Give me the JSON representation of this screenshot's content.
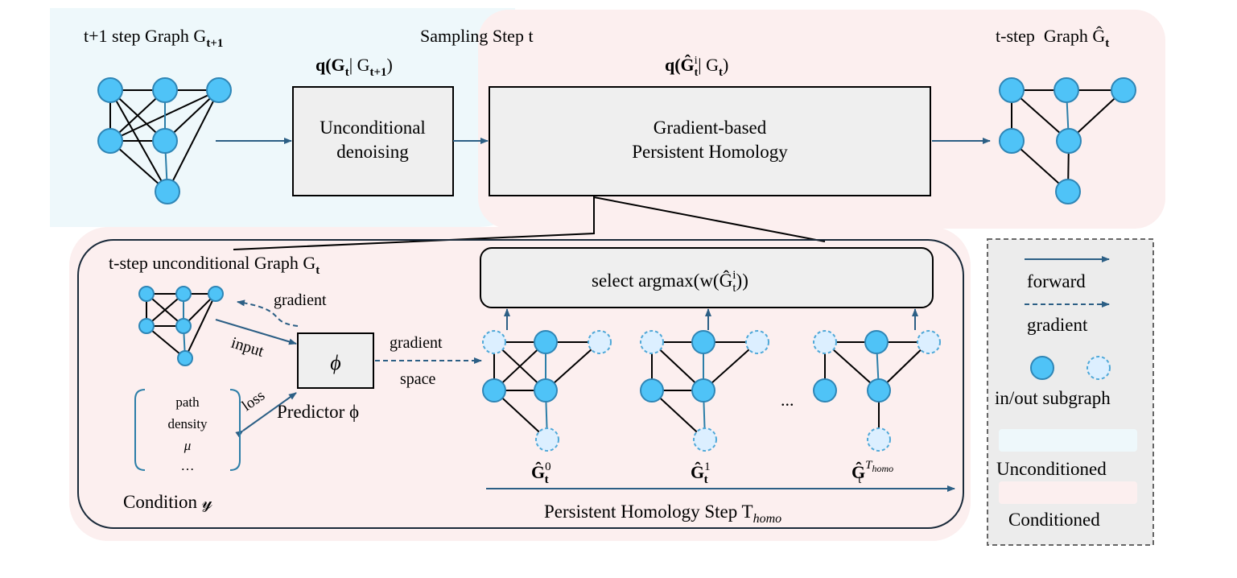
{
  "colors": {
    "node_fill": "#4fc3f7",
    "node_stroke": "#2f86b6",
    "out_node_fill": "#dcefff",
    "arrow": "#2c5f85",
    "unconditioned_bg": "#eef8fb",
    "conditioned_bg": "#fcefef",
    "box_fill": "#efefef",
    "legend_bg": "#ececec"
  },
  "top": {
    "graph_prev_label": "t+1 step Graph G",
    "graph_prev_sub": "t+1",
    "sampling_label": "Sampling Step t",
    "q1_label": "q(G",
    "q1_rest": "| G",
    "q1_sub1": "t",
    "q1_sub2": "t+1",
    "q2_label": "q(Ĝ",
    "q2_sup": "i",
    "q2_sub": "t",
    "q2_rest": "| G",
    "q2_sub2": "t",
    "box1_line1": "Unconditional",
    "box1_line2": "denoising",
    "box2_line1": "Gradient-based",
    "box2_line2": "Persistent Homology",
    "graph_out_label": "t-step  Graph Ĝ",
    "graph_out_sub": "t"
  },
  "bottom": {
    "uncond_graph_label": "t-step unconditional Graph G",
    "uncond_graph_sub": "t",
    "gradient_label": "gradient",
    "input_label": "input",
    "loss_label": "loss",
    "predictor_symbol": "ϕ",
    "predictor_label": "Predictor ϕ",
    "gradient_space_line1": "gradient",
    "gradient_space_line2": "space",
    "condition_items": [
      "path",
      "density",
      "μ",
      "…"
    ],
    "condition_label": "Condition 𝓎",
    "select_label": "select argmax(w(Ĝ",
    "select_sup": "i",
    "select_sub": "t",
    "select_end": "))",
    "g0_label": "Ĝ",
    "g0_sup": "0",
    "g0_sub": "t",
    "g1_label": "Ĝ",
    "g1_sup": "1",
    "g1_sub": "t",
    "gT_label": "Ĝ",
    "gT_sup": "T",
    "gT_supsub": "homo",
    "gT_sub": "t",
    "ellipsis": "...",
    "ph_step_label": "Persistent Homology Step T",
    "ph_step_sub": "homo"
  },
  "legend": {
    "forward": "forward",
    "gradient": "gradient",
    "subgraph": "in/out subgraph",
    "unconditioned": "Unconditioned",
    "conditioned": "Conditioned"
  }
}
